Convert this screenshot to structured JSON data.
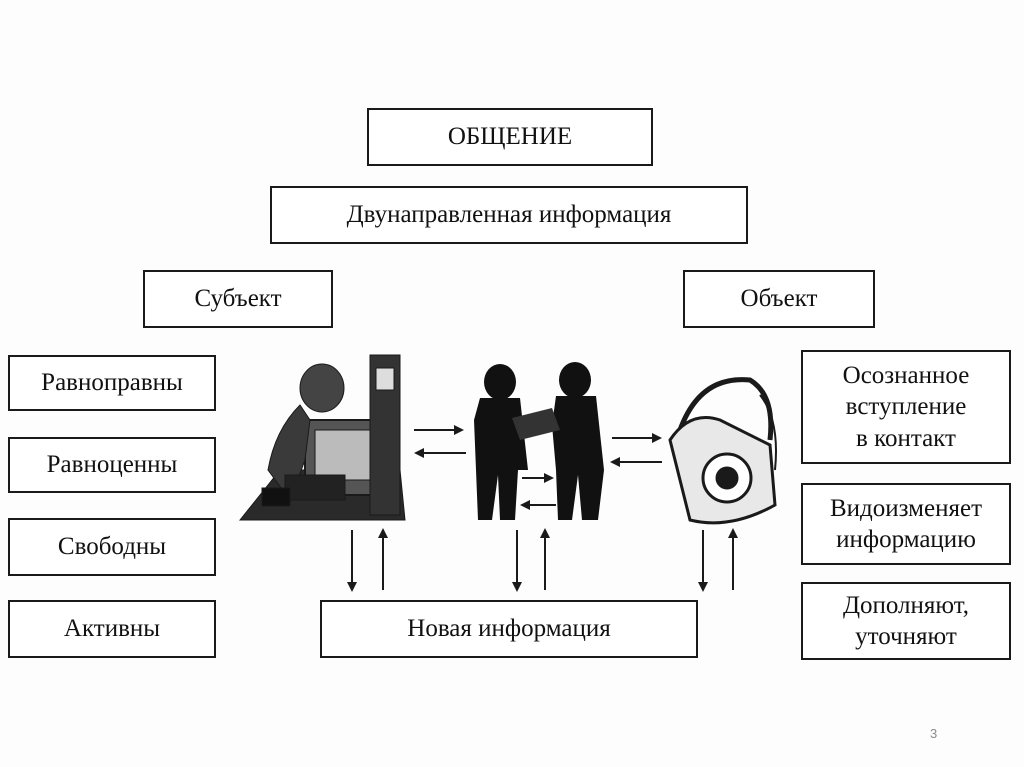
{
  "diagram": {
    "title": "ОБЩЕНИЕ",
    "subtitle": "Двунаправленная информация",
    "subject": {
      "label": "Субъект",
      "traits": [
        "Равноправны",
        "Равноценны",
        "Свободны",
        "Активны"
      ]
    },
    "object": {
      "label": "Объект",
      "traits": [
        [
          "Осознанное",
          "вступление",
          "в контакт"
        ],
        [
          "Видоизменяет",
          "информацию"
        ],
        [
          "Дополняют,",
          "уточняют"
        ]
      ]
    },
    "bottom": "Новая информация",
    "illustrations": {
      "left": "person-at-computer-icon",
      "center": "two-people-exchanging-icon",
      "right": "telephone-icon"
    }
  },
  "slide": {
    "page_number": "3"
  },
  "colors": {
    "ink": "#1a1a1a",
    "background": "#ffffff",
    "page_number": "#8a8a8a"
  }
}
